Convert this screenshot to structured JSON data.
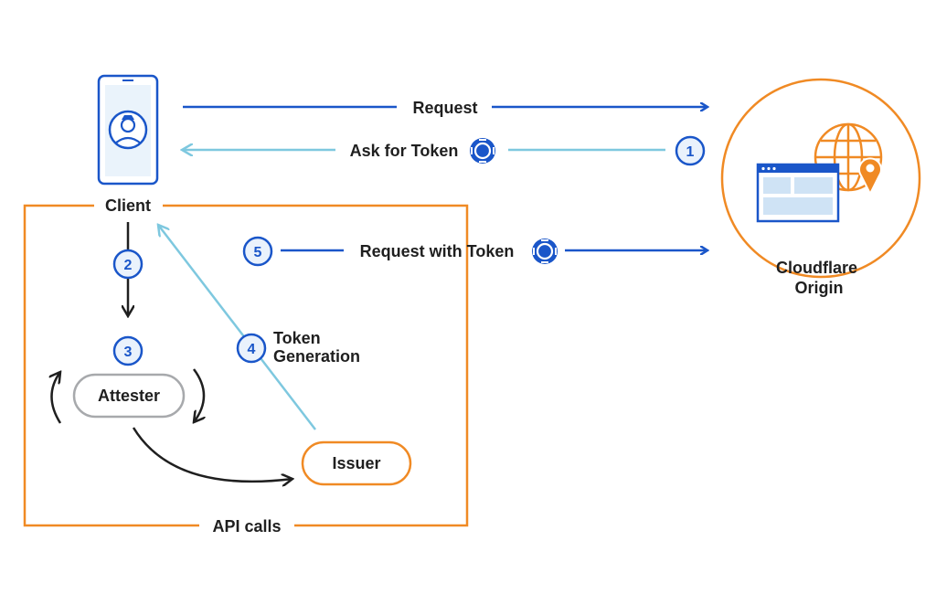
{
  "diagram": {
    "client_label": "Client",
    "origin_label_line1": "Cloudflare",
    "origin_label_line2": "Origin",
    "attester_label": "Attester",
    "issuer_label": "Issuer",
    "api_calls_label": "API calls",
    "request_label": "Request",
    "ask_token_label": "Ask for Token",
    "request_with_token_label": "Request with Token",
    "token_generation_line1": "Token",
    "token_generation_line2": "Generation",
    "steps": [
      "1",
      "2",
      "3",
      "4",
      "5"
    ]
  },
  "colors": {
    "blue": "#1a56c9",
    "light_blue": "#7ec8df",
    "orange": "#f08a24",
    "gray": "#a7a9ac",
    "dark": "#1f1f1f"
  },
  "icons": [
    "phone-icon",
    "user-avatar-icon",
    "token-icon",
    "globe-icon",
    "browser-window-icon",
    "location-pin-icon"
  ]
}
